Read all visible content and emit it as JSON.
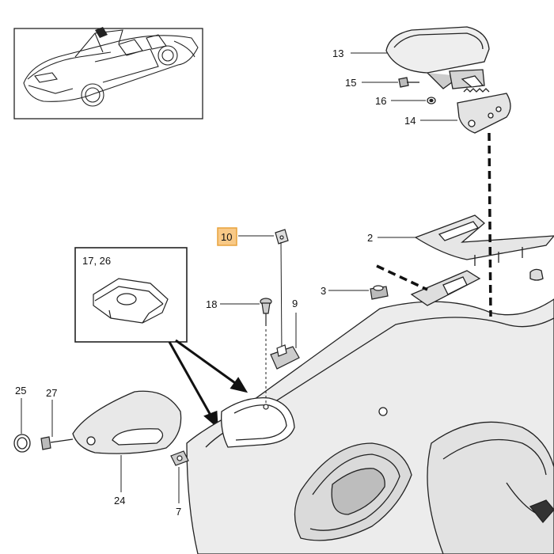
{
  "diagram": {
    "inset_label": "17, 26",
    "highlighted_callout": "10",
    "callouts": {
      "c13": "13",
      "c15": "15",
      "c16": "16",
      "c14": "14",
      "c2": "2",
      "c10": "10",
      "c3": "3",
      "c18": "18",
      "c9": "9",
      "c25": "25",
      "c27": "27",
      "c24": "24",
      "c7": "7"
    }
  },
  "colors": {
    "line": "#222222",
    "part_fill": "#eaeaea",
    "part_fill_dark": "#cfcfcf",
    "highlight_fill": "#f8c987",
    "highlight_stroke": "#e8a33c"
  }
}
